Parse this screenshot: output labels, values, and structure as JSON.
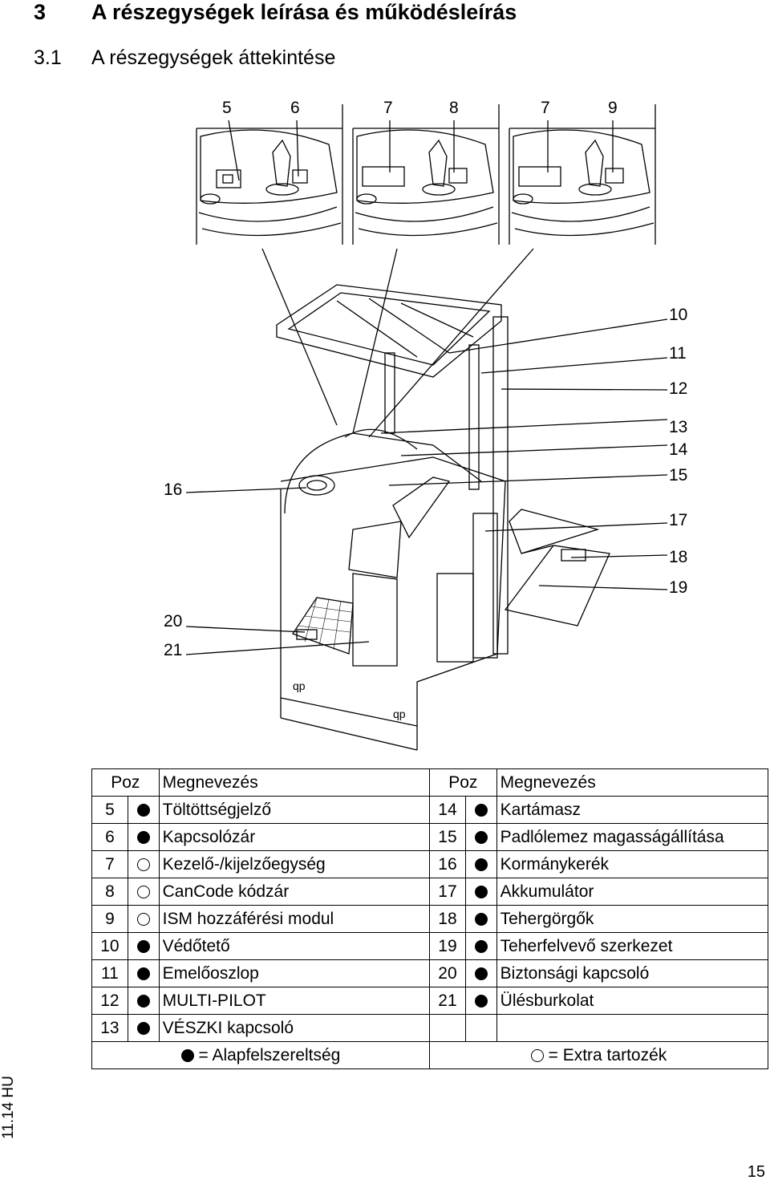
{
  "heading": {
    "number": "3",
    "title": "A részegységek leírása és működésleírás"
  },
  "subheading": {
    "number": "3.1",
    "title": "A részegységek áttekintése"
  },
  "figure_callouts": {
    "top": [
      "5",
      "6",
      "7",
      "8",
      "7",
      "9"
    ],
    "right": [
      "10",
      "11",
      "12",
      "13",
      "14",
      "15",
      "17",
      "18",
      "19"
    ],
    "left": [
      "16",
      "20",
      "21"
    ]
  },
  "table": {
    "header": {
      "pos": "Poz",
      "name": "Megnevezés"
    },
    "left_rows": [
      {
        "pos": "5",
        "std": true,
        "name": "Töltöttségjelző"
      },
      {
        "pos": "6",
        "std": true,
        "name": "Kapcsolózár"
      },
      {
        "pos": "7",
        "std": false,
        "name": "Kezelő-/kijelzőegység"
      },
      {
        "pos": "8",
        "std": false,
        "name": "CanCode kódzár"
      },
      {
        "pos": "9",
        "std": false,
        "name": "ISM hozzáférési modul"
      },
      {
        "pos": "10",
        "std": true,
        "name": "Védőtető"
      },
      {
        "pos": "11",
        "std": true,
        "name": "Emelőoszlop"
      },
      {
        "pos": "12",
        "std": true,
        "name": "MULTI-PILOT"
      },
      {
        "pos": "13",
        "std": true,
        "name": "VÉSZKI kapcsoló"
      }
    ],
    "right_rows": [
      {
        "pos": "14",
        "std": true,
        "name": "Kartámasz"
      },
      {
        "pos": "15",
        "std": true,
        "name": "Padlólemez magasságállítása"
      },
      {
        "pos": "16",
        "std": true,
        "name": "Kormánykerék"
      },
      {
        "pos": "17",
        "std": true,
        "name": "Akkumulátor"
      },
      {
        "pos": "18",
        "std": true,
        "name": "Tehergörgők"
      },
      {
        "pos": "19",
        "std": true,
        "name": "Teherfelvevő szerkezet"
      },
      {
        "pos": "20",
        "std": true,
        "name": "Biztonsági kapcsoló"
      },
      {
        "pos": "21",
        "std": true,
        "name": "Ülésburkolat"
      }
    ],
    "legend_standard": "= Alapfelszereltség",
    "legend_extra": "= Extra tartozék"
  },
  "footer": {
    "side_label": "11.14 HU",
    "page_number": "15"
  }
}
